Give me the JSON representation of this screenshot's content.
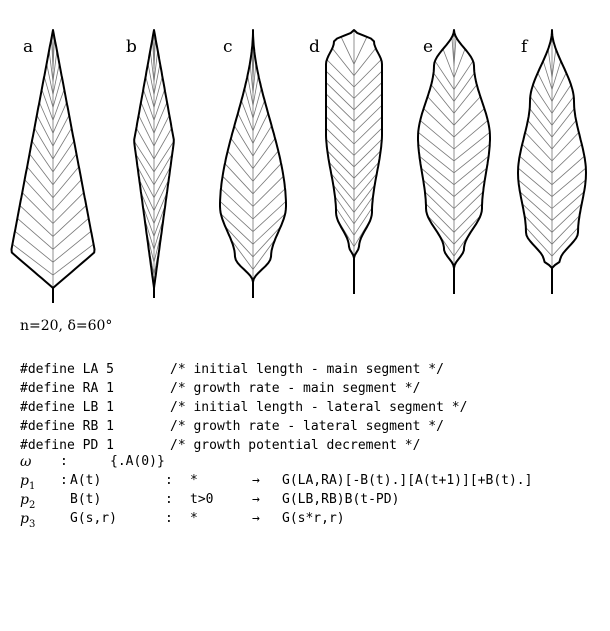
{
  "leaves": [
    {
      "label": "a"
    },
    {
      "label": "b"
    },
    {
      "label": "c"
    },
    {
      "label": "d"
    },
    {
      "label": "e"
    },
    {
      "label": "f"
    }
  ],
  "params": "n=20, δ=60°",
  "defines": [
    {
      "name": "#define LA 5",
      "comment": "/* initial length - main segment */"
    },
    {
      "name": "#define RA 1",
      "comment": "/* growth rate - main segment */"
    },
    {
      "name": "#define LB 1",
      "comment": "/* initial length - lateral segment */"
    },
    {
      "name": "#define RB 1",
      "comment": "/* growth rate - lateral segment */"
    },
    {
      "name": "#define PD 1",
      "comment": "/* growth potential decrement */"
    }
  ],
  "axiom": {
    "symbol": "ω",
    "sep": ":",
    "value": "{.A(0)}"
  },
  "productions": [
    {
      "label": "p",
      "index": "1",
      "pred": "A(t)",
      "sep": ":",
      "cond": "*",
      "arrow": "→",
      "succ": "G(LA,RA)[-B(t).][A(t+1)][+B(t).]"
    },
    {
      "label": "p",
      "index": "2",
      "pred": "B(t)",
      "sep": ":",
      "cond": "t>0",
      "arrow": "→",
      "succ": "G(LB,RB)B(t-PD)"
    },
    {
      "label": "p",
      "index": "3",
      "pred": "G(s,r)",
      "sep": ":",
      "cond": "*",
      "arrow": "→",
      "succ": "G(s*r,r)"
    }
  ]
}
